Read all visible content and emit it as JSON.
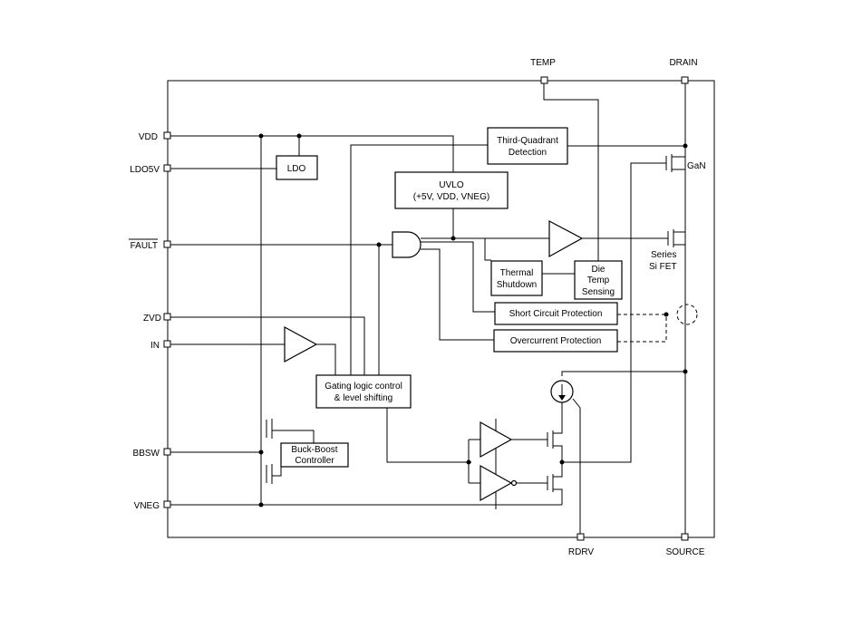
{
  "pins": {
    "vdd": "VDD",
    "ldo5v": "LDO5V",
    "fault": "FAULT",
    "zvd": "ZVD",
    "in": "IN",
    "bbsw": "BBSW",
    "vneg": "VNEG",
    "temp": "TEMP",
    "drain": "DRAIN",
    "rdrv": "RDRV",
    "source": "SOURCE"
  },
  "blocks": {
    "ldo": "LDO",
    "third_quadrant_line1": "Third-Quadrant",
    "third_quadrant_line2": "Detection",
    "uvlo_line1": "UVLO",
    "uvlo_line2": "(+5V, VDD, VNEG)",
    "thermal_line1": "Thermal",
    "thermal_line2": "Shutdown",
    "die_temp_line1": "Die",
    "die_temp_line2": "Temp",
    "die_temp_line3": "Sensing",
    "short_circuit": "Short Circuit Protection",
    "overcurrent": "Overcurrent Protection",
    "gating_line1": "Gating logic control",
    "gating_line2": "& level shifting",
    "buck_boost_line1": "Buck-Boost",
    "buck_boost_line2": "Controller"
  },
  "labels": {
    "gan": "GaN",
    "series_line1": "Series",
    "series_line2": "Si FET"
  }
}
